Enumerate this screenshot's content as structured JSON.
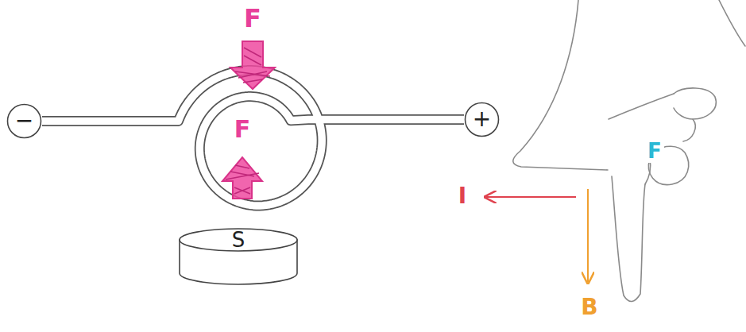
{
  "diagram": {
    "nodes": [
      {
        "text": [
          "−"
        ]
      },
      {
        "text": [
          "+"
        ]
      },
      {
        "text": [
          "S"
        ]
      }
    ],
    "edges": [
      {
        "from": 0,
        "to": 1,
        "arrow": "none"
      }
    ],
    "labels": [
      "F",
      "F",
      "I",
      "B",
      "F"
    ]
  }
}
